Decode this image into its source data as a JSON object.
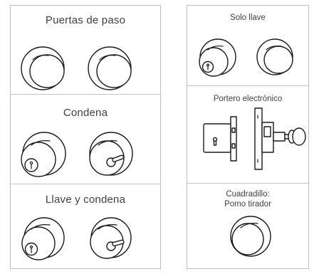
{
  "left_panel": {
    "sections": [
      {
        "title": "Puertas de paso"
      },
      {
        "title": "Condena"
      },
      {
        "title": "Llave y condena"
      }
    ]
  },
  "right_panel": {
    "sections": [
      {
        "title": "Solo llave"
      },
      {
        "title": "Portero electrónico"
      },
      {
        "title_line1": "Cuadradillo:",
        "title_line2": "Pomo tirador"
      }
    ]
  },
  "icons": [
    "knob-icon",
    "knob-key-icon",
    "knob-turn-icon",
    "electric-lock-icon",
    "door-latch-icon"
  ]
}
